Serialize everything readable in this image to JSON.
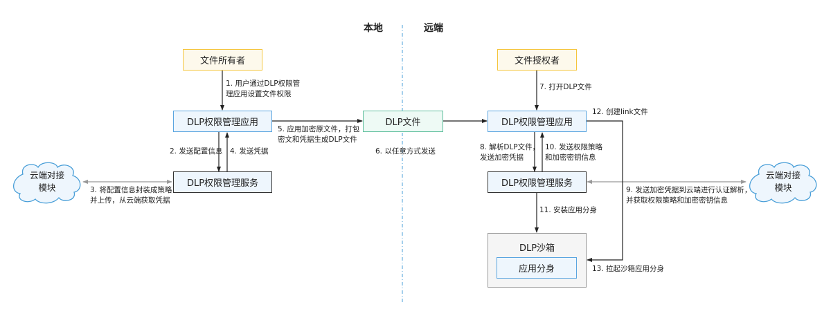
{
  "headings": {
    "local": "本地",
    "remote": "远端"
  },
  "nodes": {
    "file_owner": "文件所有者",
    "file_grantee": "文件授权者",
    "dlp_app_local": "DLP权限管理应用",
    "dlp_service_local": "DLP权限管理服务",
    "dlp_file": "DLP文件",
    "dlp_app_remote": "DLP权限管理应用",
    "dlp_service_remote": "DLP权限管理服务",
    "cloud_local": "云端对接\n模块",
    "cloud_remote": "云端对接\n模块",
    "sandbox": "DLP沙箱",
    "app_clone": "应用分身"
  },
  "steps": {
    "s1": "1. 用户通过DLP权限管\n理应用设置文件权限",
    "s2": "2. 发送配置信息",
    "s3": "3. 将配置信息封装成策略\n并上传，从云端获取凭据",
    "s4": "4. 发送凭据",
    "s5": "5. 应用加密原文件，打包\n密文和凭据生成DLP文件",
    "s6": "6. 以任意方式发送",
    "s7": "7. 打开DLP文件",
    "s8": "8. 解析DLP文件，\n发送加密凭据",
    "s9": "9. 发送加密凭据到云端进行认证解析，\n并获取权限策略和加密密钥信息",
    "s10": "10. 发送权限策略\n和加密密钥信息",
    "s11": "11. 安装应用分身",
    "s12": "12. 创建link文件",
    "s13": "13. 拉起沙箱应用分身"
  }
}
